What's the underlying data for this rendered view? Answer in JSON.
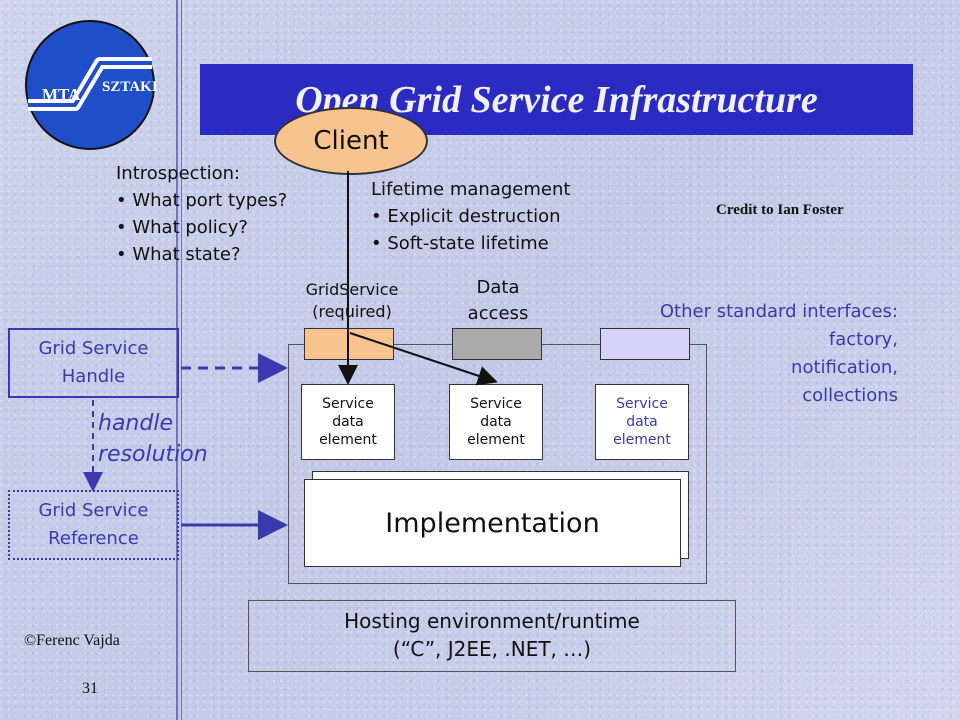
{
  "title": "Open Grid Service Infrastructure",
  "logo": {
    "left_text": "MTA",
    "right_text": "SZTAKI"
  },
  "client_label": "Client",
  "introspection": {
    "heading": "Introspection:",
    "items": [
      "What port types?",
      "What policy?",
      "What state?"
    ]
  },
  "lifetime": {
    "heading": "Lifetime management",
    "items": [
      "Explicit destruction",
      "Soft-state lifetime"
    ]
  },
  "credit": "Credit to Ian Foster",
  "ports": {
    "gridservice": {
      "line1": "GridService",
      "line2": "(required)"
    },
    "data_access": {
      "line1": "Data",
      "line2": "access"
    }
  },
  "other_interfaces": {
    "line1": "Other standard interfaces:",
    "line2": "factory,",
    "line3": "notification,",
    "line4": "collections"
  },
  "service_data_elements": [
    {
      "line1": "Service",
      "line2": "data",
      "line3": "element"
    },
    {
      "line1": "Service",
      "line2": "data",
      "line3": "element"
    },
    {
      "line1": "Service",
      "line2": "data",
      "line3": "element"
    }
  ],
  "implementation_label": "Implementation",
  "grid_service_handle": {
    "line1": "Grid Service",
    "line2": "Handle"
  },
  "handle_resolution": {
    "line1": "handle",
    "line2": "resolution"
  },
  "grid_service_reference": {
    "line1": "Grid Service",
    "line2": "Reference"
  },
  "hosting": {
    "line1": "Hosting environment/runtime",
    "line2": "(“C”, J2EE, .NET, …)"
  },
  "footer": {
    "author": "©Ferenc Vajda",
    "page_number": "31"
  },
  "colors": {
    "title_bar": "#2b2bc4",
    "client_fill": "#f7c38e",
    "port_required": "#f7c38e",
    "port_data": "#aaaaaa",
    "port_other": "#d6d2f7",
    "accent_blue": "#3a3ab0"
  }
}
